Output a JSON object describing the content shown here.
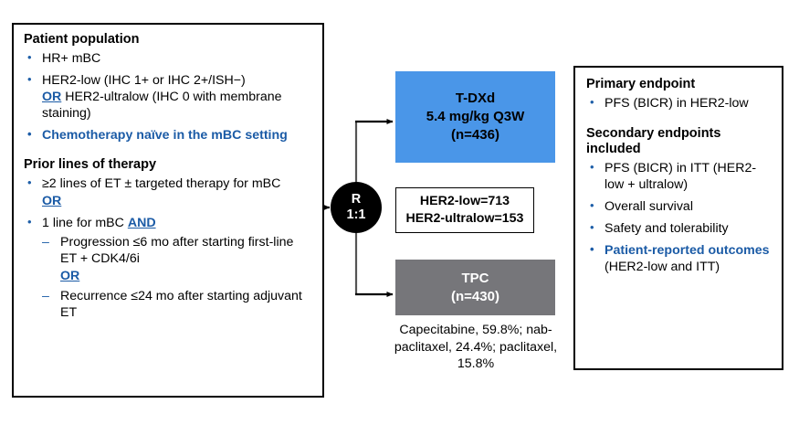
{
  "eligibility": {
    "population_heading": "Patient population",
    "population_items": [
      {
        "text": "HR+ mBC",
        "style": "plain"
      },
      {
        "text": "HER2-low (IHC 1+ or IHC 2+/ISH−)",
        "cont_kw": "OR",
        "cont_text": " HER2-ultralow (IHC 0 with membrane staining)",
        "style": "plain"
      },
      {
        "text": "Chemotherapy naïve in the mBC setting",
        "style": "blue"
      }
    ],
    "prior_heading": "Prior lines of therapy",
    "prior_item_1": "≥2 lines of ET ± targeted therapy for mBC",
    "prior_or_1": "OR",
    "prior_item_2_pre": "1 line for mBC ",
    "prior_item_2_kw": "AND",
    "sub_item_1": "Progression ≤6 mo after starting first-line ET + CDK4/6i",
    "sub_or": "OR",
    "sub_item_2": "Recurrence ≤24 mo after starting adjuvant ET"
  },
  "randomization": {
    "label": "R",
    "ratio": "1:1"
  },
  "arms": {
    "tdxd": {
      "name": "T-DXd",
      "dose": "5.4 mg/kg Q3W",
      "n": "(n=436)",
      "color": "#4a96e8"
    },
    "tpc": {
      "name": "TPC",
      "n": "(n=430)",
      "color": "#76767a"
    },
    "tpc_regimens": "Capecitabine, 59.8%; nab-paclitaxel, 24.4%; paclitaxel, 15.8%"
  },
  "enrollment": {
    "her2_low": "HER2-low=713",
    "her2_ultralow": "HER2-ultralow=153"
  },
  "endpoints": {
    "primary_heading": "Primary endpoint",
    "primary_items": [
      {
        "text": "PFS (BICR) in HER2-low",
        "style": "plain"
      }
    ],
    "secondary_heading": "Secondary endpoints included",
    "secondary_items": [
      {
        "text": "PFS (BICR) in ITT (HER2-low + ultralow)",
        "style": "plain"
      },
      {
        "text": "Overall survival",
        "style": "plain"
      },
      {
        "text": "Safety and tolerability",
        "style": "plain"
      },
      {
        "text": "Patient-reported outcomes",
        "sub": "(HER2-low and ITT)",
        "style": "blue"
      }
    ]
  },
  "theme": {
    "accent_blue": "#1b5ba6",
    "bullet_blue": "#1f5fa8",
    "line_black": "#000000"
  }
}
